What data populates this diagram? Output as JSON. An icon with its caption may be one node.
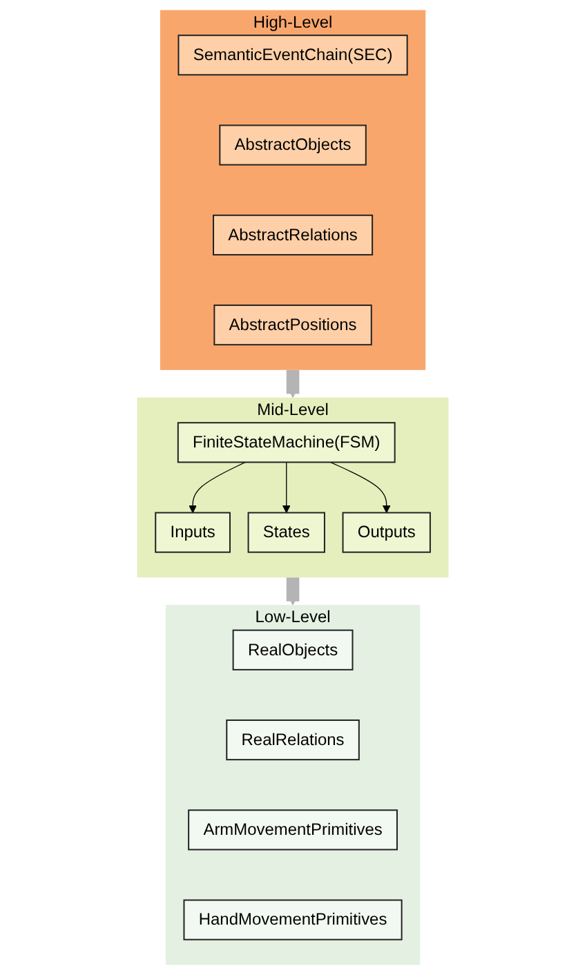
{
  "diagram": {
    "nodes": [
      {
        "text": [
          "High-Level"
        ]
      },
      {
        "text": [
          "SemanticEventChain(SEC)"
        ],
        "in": 0
      },
      {
        "text": [
          "AbstractObjects"
        ],
        "in": 0
      },
      {
        "text": [
          "AbstractRelations"
        ],
        "in": 0
      },
      {
        "text": [
          "AbstractPositions"
        ],
        "in": 0
      },
      {
        "text": [
          "Mid-Level"
        ]
      },
      {
        "text": [
          "FiniteStateMachine(FSM)"
        ],
        "in": 5
      },
      {
        "text": [
          "Inputs"
        ],
        "in": 5
      },
      {
        "text": [
          "States"
        ],
        "in": 5
      },
      {
        "text": [
          "Outputs"
        ],
        "in": 5
      },
      {
        "text": [
          "Low-Level"
        ]
      },
      {
        "text": [
          "RealObjects"
        ],
        "in": 10
      },
      {
        "text": [
          "RealRelations"
        ],
        "in": 10
      },
      {
        "text": [
          "ArmMovementPrimitives"
        ],
        "in": 10
      },
      {
        "text": [
          "HandMovementPrimitives"
        ],
        "in": 10
      }
    ],
    "edges": [
      {
        "from": 0,
        "to": 5,
        "arrow": "to",
        "style": "thick",
        "color": "#b4b4b4"
      },
      {
        "from": 6,
        "to": 7,
        "arrow": "to"
      },
      {
        "from": 6,
        "to": 8,
        "arrow": "to"
      },
      {
        "from": 6,
        "to": 9,
        "arrow": "to"
      },
      {
        "from": 5,
        "to": 10,
        "arrow": "to",
        "style": "thick",
        "color": "#b4b4b4"
      }
    ]
  }
}
